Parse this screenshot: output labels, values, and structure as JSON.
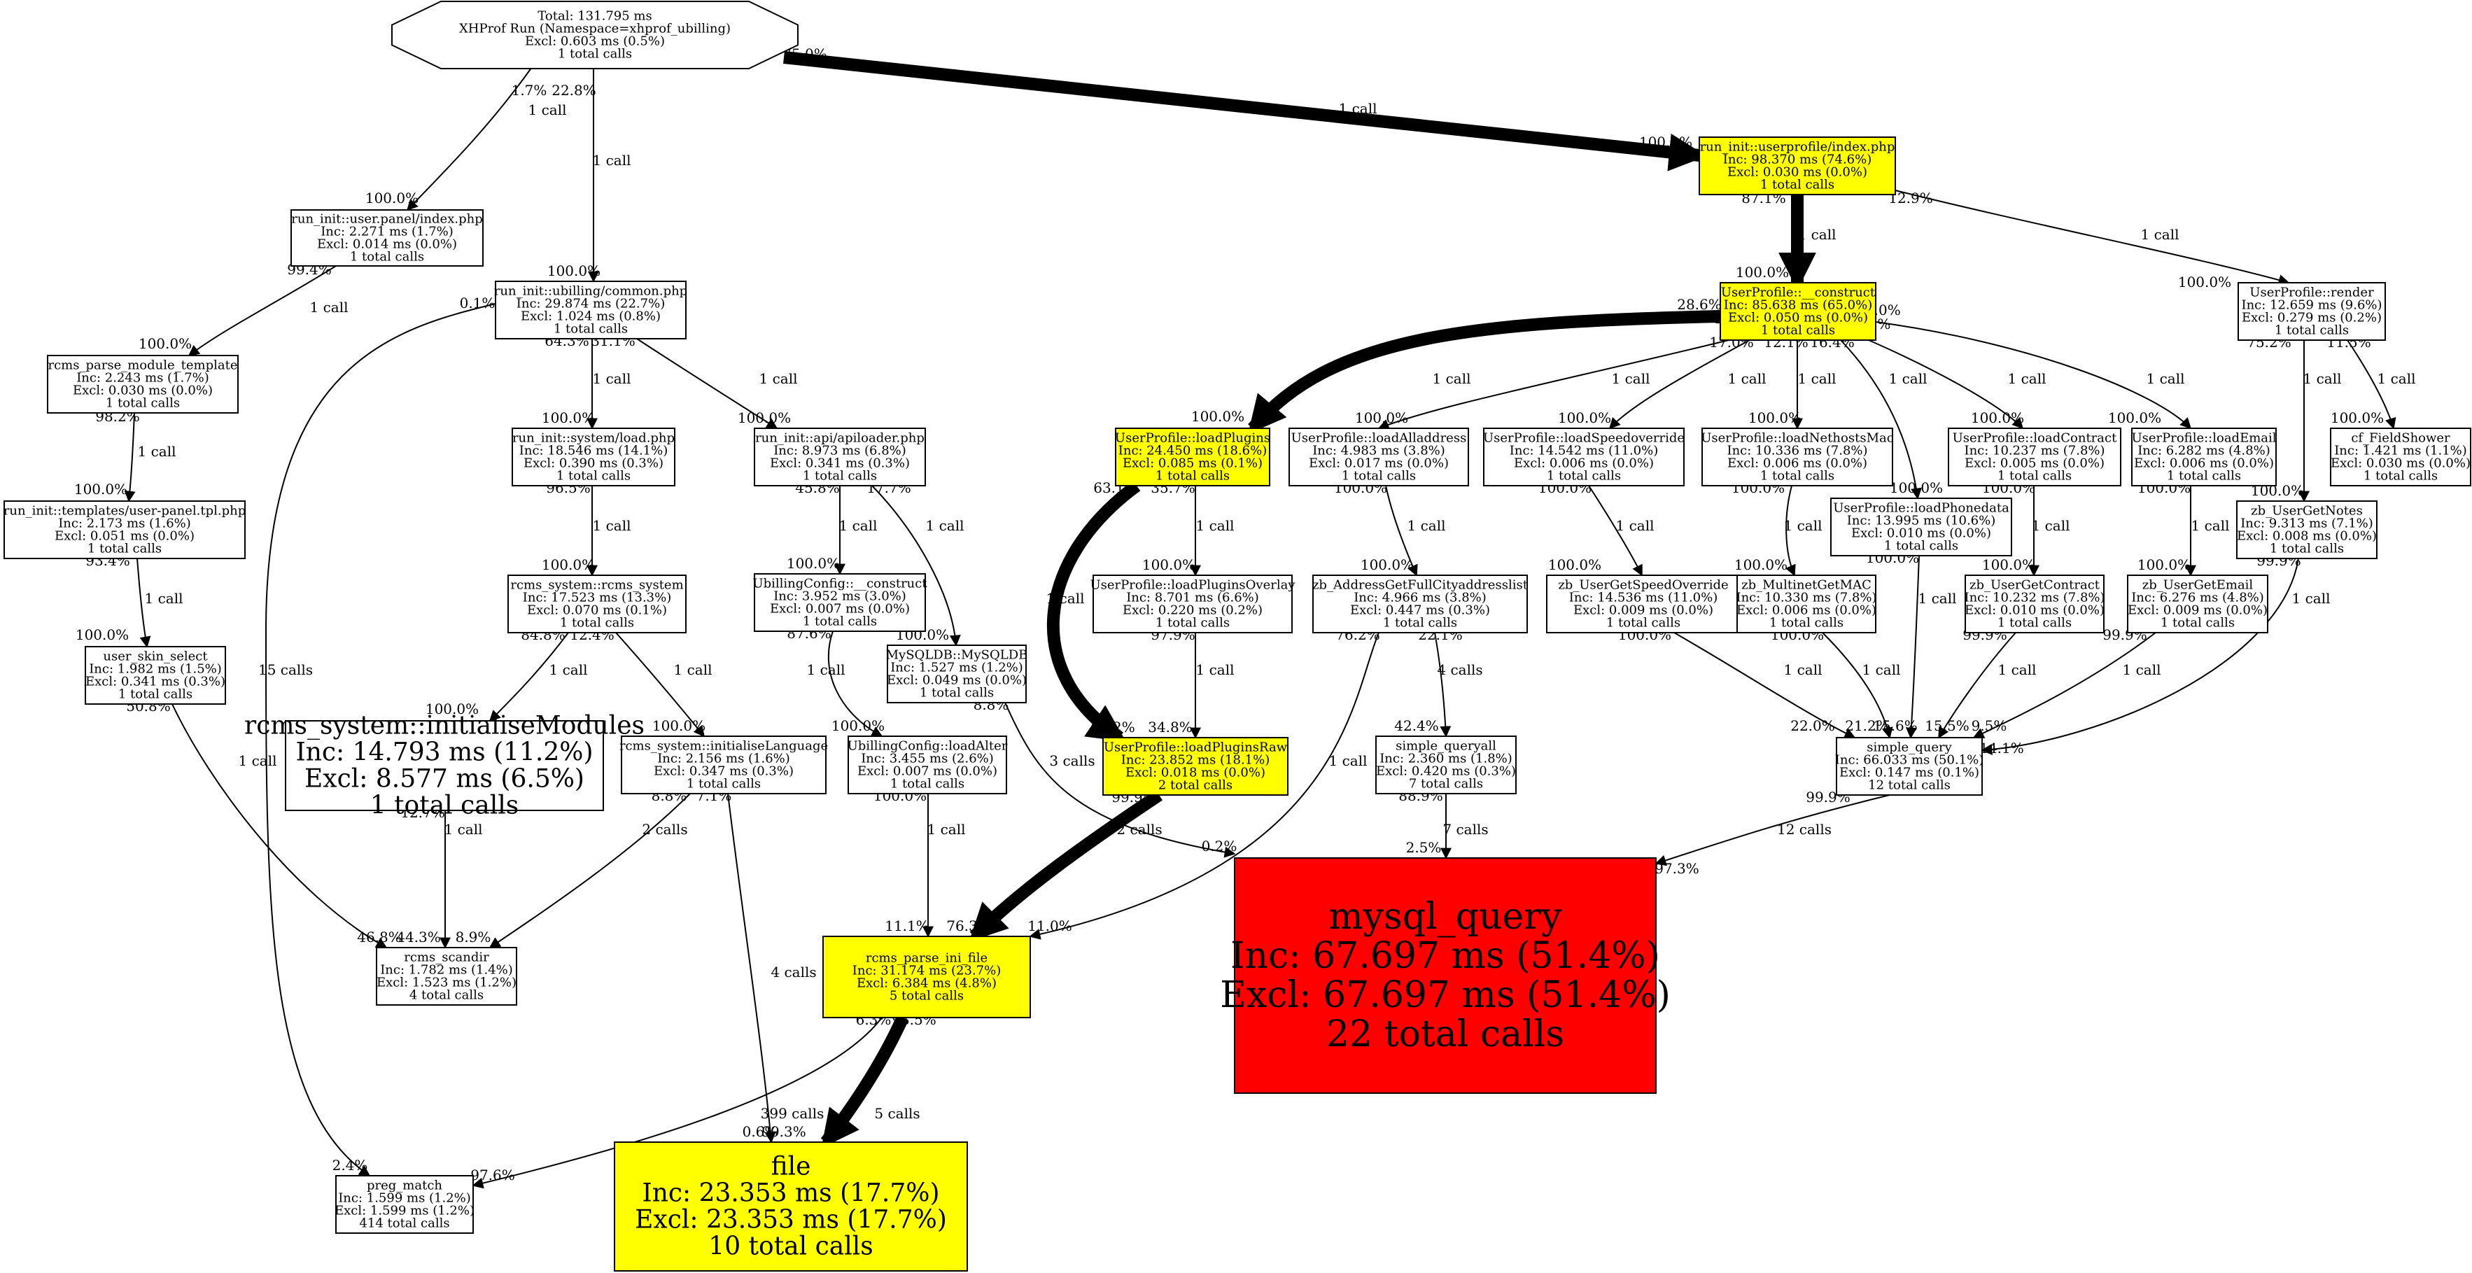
{
  "nodes": [
    {
      "id": "root",
      "label": "Total: 131.795 ms",
      "sub": [
        "XHProf Run (Namespace=xhprof_ubilling)",
        "Excl: 0.603 ms (0.5%)",
        "1 total calls"
      ],
      "fill": "#ffffff",
      "shape": "octagon"
    },
    {
      "id": "userprofile_index",
      "label": "run_init::userprofile/index.php",
      "sub": [
        "Inc: 98.370 ms (74.6%)",
        "Excl: 0.030 ms (0.0%)",
        "1 total calls"
      ],
      "fill": "#ffff00"
    },
    {
      "id": "userpanel_index",
      "label": "run_init::user.panel/index.php",
      "sub": [
        "Inc: 2.271 ms (1.7%)",
        "Excl: 0.014 ms (0.0%)",
        "1 total calls"
      ],
      "fill": "#ffffff"
    },
    {
      "id": "common",
      "label": "run_init::ubilling/common.php",
      "sub": [
        "Inc: 29.874 ms (22.7%)",
        "Excl: 1.024 ms (0.8%)",
        "1 total calls"
      ],
      "fill": "#ffffff"
    },
    {
      "id": "parse_module",
      "label": "rcms_parse_module_template",
      "sub": [
        "Inc: 2.243 ms (1.7%)",
        "Excl: 0.030 ms (0.0%)",
        "1 total calls"
      ],
      "fill": "#ffffff"
    },
    {
      "id": "user_panel_tpl",
      "label": "run_init::templates/user-panel.tpl.php",
      "sub": [
        "Inc: 2.173 ms (1.6%)",
        "Excl: 0.051 ms (0.0%)",
        "1 total calls"
      ],
      "fill": "#ffffff"
    },
    {
      "id": "skin_select",
      "label": "user_skin_select",
      "sub": [
        "Inc: 1.982 ms (1.5%)",
        "Excl: 0.341 ms (0.3%)",
        "1 total calls"
      ],
      "fill": "#ffffff"
    },
    {
      "id": "system_load",
      "label": "run_init::system/load.php",
      "sub": [
        "Inc: 18.546 ms (14.1%)",
        "Excl: 0.390 ms (0.3%)",
        "1 total calls"
      ],
      "fill": "#ffffff"
    },
    {
      "id": "apiloader",
      "label": "run_init::api/apiloader.php",
      "sub": [
        "Inc: 8.973 ms (6.8%)",
        "Excl: 0.341 ms (0.3%)",
        "1 total calls"
      ],
      "fill": "#ffffff"
    },
    {
      "id": "rcms_system",
      "label": "rcms_system::rcms_system",
      "sub": [
        "Inc: 17.523 ms (13.3%)",
        "Excl: 0.070 ms (0.1%)",
        "1 total calls"
      ],
      "fill": "#ffffff"
    },
    {
      "id": "ubconfig_construct",
      "label": "UbillingConfig::__construct",
      "sub": [
        "Inc: 3.952 ms (3.0%)",
        "Excl: 0.007 ms (0.0%)",
        "1 total calls"
      ],
      "fill": "#ffffff"
    },
    {
      "id": "mysqldb",
      "label": "MySQLDB::MySQLDB",
      "sub": [
        "Inc: 1.527 ms (1.2%)",
        "Excl: 0.049 ms (0.0%)",
        "1 total calls"
      ],
      "fill": "#ffffff"
    },
    {
      "id": "init_modules",
      "label": "rcms_system::initialiseModules",
      "sub": [
        "Inc: 14.793 ms (11.2%)",
        "Excl: 8.577 ms (6.5%)",
        "1 total calls"
      ],
      "fill": "#ffffff",
      "big": true
    },
    {
      "id": "init_language",
      "label": "rcms_system::initialiseLanguage",
      "sub": [
        "Inc: 2.156 ms (1.6%)",
        "Excl: 0.347 ms (0.3%)",
        "1 total calls"
      ],
      "fill": "#ffffff"
    },
    {
      "id": "ubconfig_alter",
      "label": "UbillingConfig::loadAlter",
      "sub": [
        "Inc: 3.455 ms (2.6%)",
        "Excl: 0.007 ms (0.0%)",
        "1 total calls"
      ],
      "fill": "#ffffff"
    },
    {
      "id": "scandir",
      "label": "rcms_scandir",
      "sub": [
        "Inc: 1.782 ms (1.4%)",
        "Excl: 1.523 ms (1.2%)",
        "4 total calls"
      ],
      "fill": "#ffffff"
    },
    {
      "id": "parse_ini",
      "label": "rcms_parse_ini_file",
      "sub": [
        "Inc: 31.174 ms (23.7%)",
        "Excl: 6.384 ms (4.8%)",
        "5 total calls"
      ],
      "fill": "#ffff00"
    },
    {
      "id": "preg_match",
      "label": "preg_match",
      "sub": [
        "Inc: 1.599 ms (1.2%)",
        "Excl: 1.599 ms (1.2%)",
        "414 total calls"
      ],
      "fill": "#ffffff"
    },
    {
      "id": "file",
      "label": "file",
      "sub": [
        "Inc: 23.353 ms (17.7%)",
        "Excl: 23.353 ms (17.7%)",
        "10 total calls"
      ],
      "fill": "#ffff00",
      "big": true
    },
    {
      "id": "mysql_query",
      "label": "mysql_query",
      "sub": [
        "Inc: 67.697 ms (51.4%)",
        "Excl: 67.697 ms (51.4%)",
        "22 total calls"
      ],
      "fill": "#ff0000",
      "huge": true
    },
    {
      "id": "up_construct",
      "label": "UserProfile::__construct",
      "sub": [
        "Inc: 85.638 ms (65.0%)",
        "Excl: 0.050 ms (0.0%)",
        "1 total calls"
      ],
      "fill": "#ffff00"
    },
    {
      "id": "up_render",
      "label": "UserProfile::render",
      "sub": [
        "Inc: 12.659 ms (9.6%)",
        "Excl: 0.279 ms (0.2%)",
        "1 total calls"
      ],
      "fill": "#ffffff"
    },
    {
      "id": "load_plugins",
      "label": "UserProfile::loadPlugins",
      "sub": [
        "Inc: 24.450 ms (18.6%)",
        "Excl: 0.085 ms (0.1%)",
        "1 total calls"
      ],
      "fill": "#ffff00"
    },
    {
      "id": "load_alladdress",
      "label": "UserProfile::loadAlladdress",
      "sub": [
        "Inc: 4.983 ms (3.8%)",
        "Excl: 0.017 ms (0.0%)",
        "1 total calls"
      ],
      "fill": "#ffffff"
    },
    {
      "id": "load_speedoverride",
      "label": "UserProfile::loadSpeedoverride",
      "sub": [
        "Inc: 14.542 ms (11.0%)",
        "Excl: 0.006 ms (0.0%)",
        "1 total calls"
      ],
      "fill": "#ffffff"
    },
    {
      "id": "load_nethostsmac",
      "label": "UserProfile::loadNethostsMac",
      "sub": [
        "Inc: 10.336 ms (7.8%)",
        "Excl: 0.006 ms (0.0%)",
        "1 total calls"
      ],
      "fill": "#ffffff"
    },
    {
      "id": "load_contract",
      "label": "UserProfile::loadContract",
      "sub": [
        "Inc: 10.237 ms (7.8%)",
        "Excl: 0.005 ms (0.0%)",
        "1 total calls"
      ],
      "fill": "#ffffff"
    },
    {
      "id": "load_email",
      "label": "UserProfile::loadEmail",
      "sub": [
        "Inc: 6.282 ms (4.8%)",
        "Excl: 0.006 ms (0.0%)",
        "1 total calls"
      ],
      "fill": "#ffffff"
    },
    {
      "id": "fieldshower",
      "label": "cf_FieldShower",
      "sub": [
        "Inc: 1.421 ms (1.1%)",
        "Excl: 0.030 ms (0.0%)",
        "1 total calls"
      ],
      "fill": "#ffffff"
    },
    {
      "id": "load_phonedata",
      "label": "UserProfile::loadPhonedata",
      "sub": [
        "Inc: 13.995 ms (10.6%)",
        "Excl: 0.010 ms (0.0%)",
        "1 total calls"
      ],
      "fill": "#ffffff"
    },
    {
      "id": "getnotes",
      "label": "zb_UserGetNotes",
      "sub": [
        "Inc: 9.313 ms (7.1%)",
        "Excl: 0.008 ms (0.0%)",
        "1 total calls"
      ],
      "fill": "#ffffff"
    },
    {
      "id": "plugins_overlay",
      "label": "UserProfile::loadPluginsOverlay",
      "sub": [
        "Inc: 8.701 ms (6.6%)",
        "Excl: 0.220 ms (0.2%)",
        "1 total calls"
      ],
      "fill": "#ffffff"
    },
    {
      "id": "fullcity",
      "label": "zb_AddressGetFullCityaddresslist",
      "sub": [
        "Inc: 4.966 ms (3.8%)",
        "Excl: 0.447 ms (0.3%)",
        "1 total calls"
      ],
      "fill": "#ffffff"
    },
    {
      "id": "getspeedoverride",
      "label": "zb_UserGetSpeedOverride",
      "sub": [
        "Inc: 14.536 ms (11.0%)",
        "Excl: 0.009 ms (0.0%)",
        "1 total calls"
      ],
      "fill": "#ffffff"
    },
    {
      "id": "multinetmac",
      "label": "zb_MultinetGetMAC",
      "sub": [
        "Inc: 10.330 ms (7.8%)",
        "Excl: 0.006 ms (0.0%)",
        "1 total calls"
      ],
      "fill": "#ffffff"
    },
    {
      "id": "getcontract",
      "label": "zb_UserGetContract",
      "sub": [
        "Inc: 10.232 ms (7.8%)",
        "Excl: 0.010 ms (0.0%)",
        "1 total calls"
      ],
      "fill": "#ffffff"
    },
    {
      "id": "getemail",
      "label": "zb_UserGetEmail",
      "sub": [
        "Inc: 6.276 ms (4.8%)",
        "Excl: 0.009 ms (0.0%)",
        "1 total calls"
      ],
      "fill": "#ffffff"
    },
    {
      "id": "plugins_raw",
      "label": "UserProfile::loadPluginsRaw",
      "sub": [
        "Inc: 23.852 ms (18.1%)",
        "Excl: 0.018 ms (0.0%)",
        "2 total calls"
      ],
      "fill": "#ffff00"
    },
    {
      "id": "queryall",
      "label": "simple_queryall",
      "sub": [
        "Inc: 2.360 ms (1.8%)",
        "Excl: 0.420 ms (0.3%)",
        "7 total calls"
      ],
      "fill": "#ffffff"
    },
    {
      "id": "simple_query",
      "label": "simple_query",
      "sub": [
        "Inc: 66.033 ms (50.1%)",
        "Excl: 0.147 ms (0.1%)",
        "12 total calls"
      ],
      "fill": "#ffffff"
    }
  ],
  "edges": [
    {
      "id": "e_root_upi",
      "calls": "1 call",
      "from_pct": "75.0%",
      "to_pct": "100.0%"
    },
    {
      "id": "e_root_upanel",
      "calls": "1 call",
      "from_pct": "1.7%",
      "to_pct": "100.0%"
    },
    {
      "id": "e_root_common",
      "calls": "1 call",
      "from_pct": "22.8%",
      "to_pct": "100.0%"
    },
    {
      "id": "e_upanel_parse",
      "calls": "1 call",
      "from_pct": "99.4%",
      "to_pct": "100.0%"
    },
    {
      "id": "e_parse_tpl",
      "calls": "1 call",
      "from_pct": "98.2%",
      "to_pct": "100.0%"
    },
    {
      "id": "e_tpl_skin",
      "calls": "1 call",
      "from_pct": "93.4%",
      "to_pct": "100.0%"
    },
    {
      "id": "e_skin_scandir",
      "calls": "1 call",
      "from_pct": "50.8%",
      "to_pct": "46.8%"
    },
    {
      "id": "e_common_preg",
      "calls": "15 calls",
      "from_pct": "0.1%",
      "to_pct": "2.4%"
    },
    {
      "id": "e_common_load",
      "calls": "1 call",
      "from_pct": "64.3%",
      "to_pct": "100.0%"
    },
    {
      "id": "e_common_api",
      "calls": "1 call",
      "from_pct": "31.1%",
      "to_pct": "100.0%"
    },
    {
      "id": "e_load_rcms",
      "calls": "1 call",
      "from_pct": "96.5%",
      "to_pct": "100.0%"
    },
    {
      "id": "e_api_ubc",
      "calls": "1 call",
      "from_pct": "45.8%",
      "to_pct": "100.0%"
    },
    {
      "id": "e_api_mysqldb",
      "calls": "1 call",
      "from_pct": "17.7%",
      "to_pct": "100.0%"
    },
    {
      "id": "e_rcms_modules",
      "calls": "1 call",
      "from_pct": "84.8%",
      "to_pct": "100.0%"
    },
    {
      "id": "e_rcms_lang",
      "calls": "1 call",
      "from_pct": "12.4%",
      "to_pct": "100.0%"
    },
    {
      "id": "e_ubc_alter",
      "calls": "1 call",
      "from_pct": "87.6%",
      "to_pct": "100.0%"
    },
    {
      "id": "e_mysqldb_mq",
      "calls": "3 calls",
      "from_pct": "8.8%",
      "to_pct": "0.2%"
    },
    {
      "id": "e_modules_scandir",
      "calls": "1 call",
      "from_pct": "12.7%",
      "to_pct": "44.3%"
    },
    {
      "id": "e_lang_scandir",
      "calls": "2 calls",
      "from_pct": "8.8%",
      "to_pct": "8.9%"
    },
    {
      "id": "e_lang_file",
      "calls": "4 calls",
      "from_pct": "7.1%",
      "to_pct": "0.6%"
    },
    {
      "id": "e_alter_ini",
      "calls": "1 call",
      "from_pct": "100.0%",
      "to_pct": "11.1%"
    },
    {
      "id": "e_ini_preg",
      "calls": "399 calls",
      "from_pct": "6.3%",
      "to_pct": "97.6%"
    },
    {
      "id": "e_ini_file",
      "calls": "5 calls",
      "from_pct": "93.5%",
      "to_pct": "99.3%"
    },
    {
      "id": "e_upi_construct",
      "calls": "1 call",
      "from_pct": "87.1%",
      "to_pct": "100.0%"
    },
    {
      "id": "e_upi_render",
      "calls": "1 call",
      "from_pct": "12.9%",
      "to_pct": "100.0%"
    },
    {
      "id": "e_con_plugins",
      "calls": "1 call",
      "from_pct": "28.6%",
      "to_pct": "100.0%"
    },
    {
      "id": "e_con_alladdr",
      "calls": "1 call",
      "from_pct": "5.8%",
      "to_pct": "100.0%"
    },
    {
      "id": "e_con_speed",
      "calls": "1 call",
      "from_pct": "17.0%",
      "to_pct": "100.0%"
    },
    {
      "id": "e_con_nethost",
      "calls": "1 call",
      "from_pct": "12.1%",
      "to_pct": "100.0%"
    },
    {
      "id": "e_con_phone",
      "calls": "1 call",
      "from_pct": "16.4%",
      "to_pct": "100.0%"
    },
    {
      "id": "e_con_contract",
      "calls": "1 call",
      "from_pct": "12.0%",
      "to_pct": "100.0%"
    },
    {
      "id": "e_con_email",
      "calls": "1 call",
      "from_pct": "7.3%",
      "to_pct": "100.0%"
    },
    {
      "id": "e_render_notes",
      "calls": "1 call",
      "from_pct": "75.2%",
      "to_pct": "100.0%"
    },
    {
      "id": "e_render_field",
      "calls": "1 call",
      "from_pct": "11.5%",
      "to_pct": "100.0%"
    },
    {
      "id": "e_plugins_overlay",
      "calls": "1 call",
      "from_pct": "35.7%",
      "to_pct": "100.0%"
    },
    {
      "id": "e_plugins_raw",
      "calls": "1 call",
      "from_pct": "63.1%",
      "to_pct": "65.2%"
    },
    {
      "id": "e_alladdr_city",
      "calls": "1 call",
      "from_pct": "100.0%",
      "to_pct": "100.0%"
    },
    {
      "id": "e_speed_get",
      "calls": "1 call",
      "from_pct": "100.0%",
      "to_pct": "100.0%"
    },
    {
      "id": "e_nethost_mac",
      "calls": "1 call",
      "from_pct": "100.0%",
      "to_pct": "100.0%"
    },
    {
      "id": "e_contract_get",
      "calls": "1 call",
      "from_pct": "100.0%",
      "to_pct": "100.0%"
    },
    {
      "id": "e_email_get",
      "calls": "1 call",
      "from_pct": "100.0%",
      "to_pct": "100.0%"
    },
    {
      "id": "e_overlay_raw",
      "calls": "1 call",
      "from_pct": "97.9%",
      "to_pct": "34.8%"
    },
    {
      "id": "e_city_queryall",
      "calls": "4 calls",
      "from_pct": "22.1%",
      "to_pct": "42.4%"
    },
    {
      "id": "e_city_ini",
      "calls": "1 call",
      "from_pct": "76.2%",
      "to_pct": "11.0%"
    },
    {
      "id": "e_getspeed_sq",
      "calls": "1 call",
      "from_pct": "100.0%",
      "to_pct": "22.0%"
    },
    {
      "id": "e_mac_sq",
      "calls": "1 call",
      "from_pct": "100.0%",
      "to_pct": "21.2%"
    },
    {
      "id": "e_phone_sq",
      "calls": "1 call",
      "from_pct": "100.0%",
      "to_pct": "15.6%"
    },
    {
      "id": "e_getcontract_sq",
      "calls": "1 call",
      "from_pct": "99.9%",
      "to_pct": "15.5%"
    },
    {
      "id": "e_getemail_sq",
      "calls": "1 call",
      "from_pct": "99.9%",
      "to_pct": "9.5%"
    },
    {
      "id": "e_notes_sq",
      "calls": "1 call",
      "from_pct": "99.9%",
      "to_pct": "14.1%"
    },
    {
      "id": "e_raw_ini",
      "calls": "2 calls",
      "from_pct": "99.9%",
      "to_pct": "76.3%"
    },
    {
      "id": "e_queryall_mq",
      "calls": "7 calls",
      "from_pct": "88.9%",
      "to_pct": "2.5%"
    },
    {
      "id": "e_sq_mq",
      "calls": "12 calls",
      "from_pct": "99.9%",
      "to_pct": "97.3%"
    }
  ]
}
